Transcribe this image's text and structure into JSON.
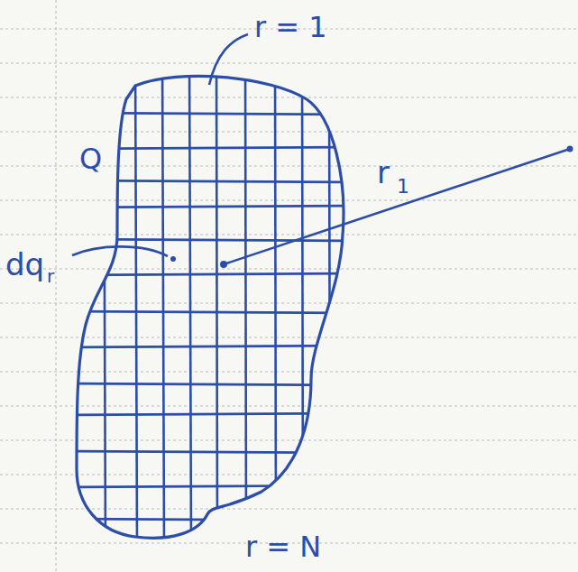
{
  "diagram": {
    "labels": [
      "r = 1",
      "Q",
      "dq",
      "r",
      "r",
      "1",
      "r = N"
    ]
  }
}
